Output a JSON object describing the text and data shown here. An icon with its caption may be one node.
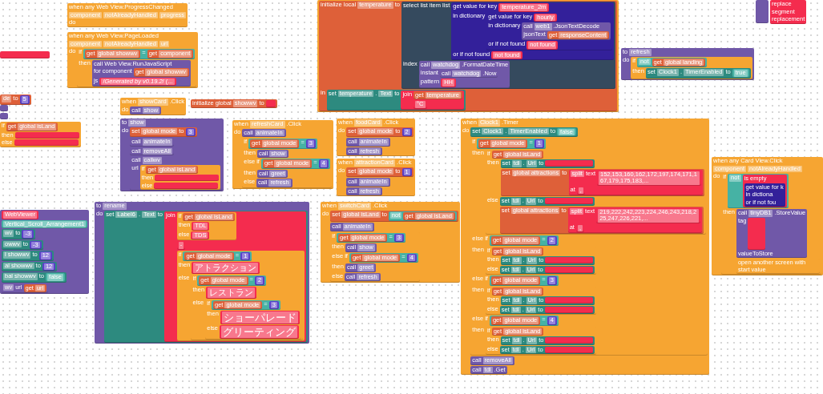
{
  "diagram": {
    "nodes": [
      {
        "text": [
          "when any Web View.ProgressChanged",
          "component",
          "notAlreadyHandled",
          "progress",
          "do"
        ]
      },
      {
        "text": [
          "when any Web View.PageLoaded",
          "component",
          "notAlreadyHandled",
          "url",
          "do"
        ]
      },
      {
        "text": [
          "if",
          "then"
        ],
        "in": 1
      },
      {
        "text": [
          "="
        ],
        "in": 2
      },
      {
        "text": [
          "get",
          "global showwv"
        ],
        "in": 3
      },
      {
        "text": [
          "get",
          "component"
        ],
        "in": 3
      },
      {
        "text": [
          "call Web View.RunJavaScript",
          "for component",
          "js"
        ],
        "in": 2
      },
      {
        "text": [
          "get",
          "global showwv"
        ],
        "in": 6
      },
      {
        "text": [
          "/*Generated by v0.19.2*/ (..."
        ],
        "in": 6
      },
      {
        "text": [],
        "shape": "bar"
      },
      {
        "text": [
          "initialize global",
          "showwv",
          "to"
        ]
      },
      {
        "text": [],
        "shape": "bar",
        "in": 10
      },
      {
        "text": [
          "when",
          "showCard",
          ".Click",
          "do"
        ]
      },
      {
        "text": [
          "call",
          "show"
        ],
        "in": 12
      },
      {
        "text": [
          "to",
          "show",
          "do"
        ]
      },
      {
        "text": [
          "set",
          "global mode",
          "to"
        ],
        "in": 14
      },
      {
        "text": [
          "3"
        ],
        "in": 15
      },
      {
        "text": [
          "call",
          "animateIn"
        ],
        "in": 14
      },
      {
        "text": [
          "call",
          "removeAll"
        ],
        "in": 14
      },
      {
        "text": [
          "call",
          "callwv",
          "url"
        ],
        "in": 14
      },
      {
        "text": [
          "if",
          "then",
          "else"
        ],
        "in": 19
      },
      {
        "text": [
          "get",
          "global isLand"
        ],
        "in": 20
      },
      {
        "text": [],
        "shape": "bar",
        "in": 20
      },
      {
        "text": [],
        "shape": "bar",
        "in": 20
      },
      {
        "text": [
          "de",
          "to"
        ]
      },
      {
        "text": [
          "5"
        ],
        "in": 24
      },
      {
        "text": [],
        "shape": "bar"
      },
      {
        "text": [],
        "shape": "bar"
      },
      {
        "text": [
          "if",
          "then",
          "else"
        ]
      },
      {
        "text": [
          "get",
          "global isLand"
        ],
        "in": 28
      },
      {
        "text": [],
        "shape": "bar",
        "in": 28
      },
      {
        "text": [],
        "shape": "bar",
        "in": 28
      },
      {
        "text": [],
        "shape": "bar"
      },
      {
        "text": [
          "initialize local",
          "temperature",
          "to",
          "in"
        ],
        "in": 32
      },
      {
        "text": [
          "select list item list",
          "index"
        ],
        "in": 33
      },
      {
        "text": [
          "get value for key",
          "in dictionary",
          "or if not found"
        ],
        "in": 34
      },
      {
        "text": [
          "temperature_2m"
        ],
        "in": 35
      },
      {
        "text": [
          "get value for key",
          "in dictionary",
          "or if not found"
        ],
        "in": 35
      },
      {
        "text": [
          "hourly"
        ],
        "in": 37
      },
      {
        "text": [
          "call",
          "web1",
          ".JsonTextDecode",
          "jsonText"
        ],
        "in": 37
      },
      {
        "text": [
          "get",
          "responseContent"
        ],
        "in": 39
      },
      {
        "text": [
          "not found"
        ],
        "in": 37
      },
      {
        "text": [
          "not found"
        ],
        "in": 35
      },
      {
        "text": [
          "call",
          "watchdog",
          ".FormatDateTime",
          "instant",
          "pattern"
        ],
        "in": 34
      },
      {
        "text": [
          "call",
          "watchdog",
          ".Now"
        ],
        "in": 43
      },
      {
        "text": [
          "HH"
        ],
        "in": 43
      },
      {
        "text": [
          "set",
          "temperature",
          ".",
          "Text",
          "to"
        ],
        "in": 33
      },
      {
        "text": [
          "join"
        ],
        "in": 46
      },
      {
        "text": [
          "get",
          "temperature"
        ],
        "in": 47
      },
      {
        "text": [
          "°C"
        ],
        "in": 47
      },
      {
        "text": [
          "to",
          "refresh",
          "do"
        ]
      },
      {
        "text": [
          "if",
          "then"
        ],
        "in": 50
      },
      {
        "text": [
          "not"
        ],
        "in": 51
      },
      {
        "text": [
          "get",
          "global landing"
        ],
        "in": 52
      },
      {
        "text": [
          "set",
          "Clock1",
          ".",
          "TimerEnabled",
          "to"
        ],
        "in": 51
      },
      {
        "text": [
          "true"
        ],
        "in": 54
      },
      {
        "text": [
          "when",
          "foodCard",
          ".Click",
          "do"
        ]
      },
      {
        "text": [
          "set",
          "global mode",
          "to"
        ],
        "in": 56
      },
      {
        "text": [
          "2"
        ],
        "in": 57
      },
      {
        "text": [
          "call",
          "animateIn"
        ],
        "in": 56
      },
      {
        "text": [
          "call",
          "refresh"
        ],
        "in": 56
      },
      {
        "text": [
          "when",
          "attractionCard",
          ".Click",
          "do"
        ]
      },
      {
        "text": [
          "set",
          "global mode",
          "to"
        ],
        "in": 61
      },
      {
        "text": [
          "1"
        ],
        "in": 62
      },
      {
        "text": [
          "call",
          "animateIn"
        ],
        "in": 61
      },
      {
        "text": [
          "call",
          "refresh"
        ],
        "in": 61
      },
      {
        "text": [],
        "shape": "bar"
      },
      {
        "text": [
          "WebViewer"
        ],
        "in": 66
      },
      {
        "text": [
          "Vertical_Scroll_Arrangement1"
        ],
        "in": 66
      },
      {
        "text": [
          "wv",
          "to"
        ],
        "in": 66
      },
      {
        "text": [
          "-3"
        ],
        "in": 69
      },
      {
        "text": [
          "owwv",
          "to"
        ],
        "in": 66
      },
      {
        "text": [
          "-3"
        ],
        "in": 71
      },
      {
        "text": [
          "l showwv",
          "to"
        ],
        "in": 66
      },
      {
        "text": [
          "12"
        ],
        "in": 73
      },
      {
        "text": [
          "al showwv",
          "to"
        ],
        "in": 66
      },
      {
        "text": [
          "12"
        ],
        "in": 75
      },
      {
        "text": [
          "bal showwv",
          "to"
        ],
        "in": 66
      },
      {
        "text": [
          "false"
        ],
        "in": 77
      },
      {
        "text": [
          "wv",
          "url"
        ],
        "in": 66
      },
      {
        "text": [
          "get",
          "url"
        ],
        "in": 79
      },
      {
        "text": [
          "when",
          "refreshCard",
          ".Click",
          "do"
        ]
      },
      {
        "text": [
          "call",
          "animateIn"
        ],
        "in": 81
      },
      {
        "text": [
          "if",
          "then",
          "else if",
          "then",
          "else"
        ],
        "in": 81
      },
      {
        "text": [
          "="
        ],
        "in": 83
      },
      {
        "text": [
          "get",
          "global mode"
        ],
        "in": 84
      },
      {
        "text": [
          "3"
        ],
        "in": 84
      },
      {
        "text": [
          "call",
          "show"
        ],
        "in": 83
      },
      {
        "text": [
          "="
        ],
        "in": 83
      },
      {
        "text": [
          "get",
          "global mode"
        ],
        "in": 88
      },
      {
        "text": [
          "4"
        ],
        "in": 88
      },
      {
        "text": [
          "call",
          "greet"
        ],
        "in": 83
      },
      {
        "text": [
          "call",
          "refresh"
        ],
        "in": 83
      },
      {
        "text": [
          "to",
          "rename",
          "do"
        ]
      },
      {
        "text": [
          "set",
          "Label6",
          ".",
          "Text",
          "to"
        ],
        "in": 93
      },
      {
        "text": [
          "join"
        ],
        "in": 94
      },
      {
        "text": [
          "if",
          "then",
          "else"
        ],
        "in": 95
      },
      {
        "text": [
          "get",
          "global isLand"
        ],
        "in": 96
      },
      {
        "text": [
          "TDL"
        ],
        "in": 96
      },
      {
        "text": [
          "TDS"
        ],
        "in": 96
      },
      {
        "text": [
          "-"
        ],
        "in": 95
      },
      {
        "text": [
          "if",
          "then",
          "else"
        ],
        "in": 95
      },
      {
        "text": [
          "="
        ],
        "in": 101
      },
      {
        "text": [
          "get",
          "global mode"
        ],
        "in": 102
      },
      {
        "text": [
          "1"
        ],
        "in": 102
      },
      {
        "text": [
          "アトラクション"
        ],
        "in": 101
      },
      {
        "text": [
          "if",
          "then",
          "else"
        ],
        "in": 101
      },
      {
        "text": [
          "="
        ],
        "in": 106
      },
      {
        "text": [
          "get",
          "global mode"
        ],
        "in": 107
      },
      {
        "text": [
          "2"
        ],
        "in": 107
      },
      {
        "text": [
          "レストラン"
        ],
        "in": 106
      },
      {
        "text": [
          "if",
          "then",
          "else"
        ],
        "in": 106
      },
      {
        "text": [
          "="
        ],
        "in": 111
      },
      {
        "text": [
          "get",
          "global mode"
        ],
        "in": 112
      },
      {
        "text": [
          "3"
        ],
        "in": 112
      },
      {
        "text": [
          "ショーパレード"
        ],
        "in": 111
      },
      {
        "text": [
          "グリーティング"
        ],
        "in": 111
      },
      {
        "text": [
          "when",
          "switchCard",
          ".Click",
          "do"
        ]
      },
      {
        "text": [
          "set",
          "global isLand",
          "to"
        ],
        "in": 117
      },
      {
        "text": [
          "not"
        ],
        "in": 118
      },
      {
        "text": [
          "get",
          "global isLand"
        ],
        "in": 119
      },
      {
        "text": [
          "call",
          "animateIn"
        ],
        "in": 117
      },
      {
        "text": [
          "if",
          "then",
          "else if",
          "then",
          "else"
        ],
        "in": 117
      },
      {
        "text": [
          "="
        ],
        "in": 122
      },
      {
        "text": [
          "get",
          "global mode"
        ],
        "in": 123
      },
      {
        "text": [
          "3"
        ],
        "in": 123
      },
      {
        "text": [
          "call",
          "show"
        ],
        "in": 122
      },
      {
        "text": [
          "="
        ],
        "in": 122
      },
      {
        "text": [
          "get",
          "global mode"
        ],
        "in": 127
      },
      {
        "text": [
          "4"
        ],
        "in": 127
      },
      {
        "text": [
          "call",
          "greet"
        ],
        "in": 122
      },
      {
        "text": [
          "call",
          "refresh"
        ],
        "in": 122
      },
      {
        "text": [
          "when",
          "Clock1",
          ".Timer",
          "do"
        ]
      },
      {
        "text": [
          "set",
          "Clock1",
          ".",
          "TimerEnabled",
          "to"
        ],
        "in": 132
      },
      {
        "text": [
          "false"
        ],
        "in": 133
      },
      {
        "text": [
          "if",
          "then",
          "else if",
          "then",
          "else if",
          "then",
          "else if",
          "then"
        ],
        "in": 132
      },
      {
        "text": [
          "="
        ],
        "in": 135
      },
      {
        "text": [
          "get",
          "global mode"
        ],
        "in": 136
      },
      {
        "text": [
          "1"
        ],
        "in": 136
      },
      {
        "text": [
          "if",
          "then",
          "else"
        ],
        "in": 135
      },
      {
        "text": [
          "get",
          "global isLand"
        ],
        "in": 139
      },
      {
        "text": [
          "set",
          "tdl",
          ".",
          "Url",
          "to"
        ],
        "in": 139
      },
      {
        "text": [],
        "shape": "bar",
        "in": 141
      },
      {
        "text": [
          "set",
          "global attractions",
          "to"
        ],
        "in": 139
      },
      {
        "text": [
          "split",
          "text",
          "at"
        ],
        "in": 143
      },
      {
        "text": [
          "152,153,160,162,172,197,174,171,167,179,175,183,..."
        ],
        "in": 144
      },
      {
        "text": [
          ","
        ],
        "in": 144
      },
      {
        "text": [
          "set",
          "tdl",
          ".",
          "Url",
          "to"
        ],
        "in": 139
      },
      {
        "text": [],
        "shape": "bar",
        "in": 147
      },
      {
        "text": [
          "set",
          "global attractions",
          "to"
        ],
        "in": 139
      },
      {
        "text": [
          "split",
          "text",
          "at"
        ],
        "in": 149
      },
      {
        "text": [
          "219,222,242,223,224,246,243,218,225,247,226,221,..."
        ],
        "in": 150
      },
      {
        "text": [
          ","
        ],
        "in": 150
      },
      {
        "text": [
          "="
        ],
        "in": 135
      },
      {
        "text": [
          "get",
          "global mode"
        ],
        "in": 153
      },
      {
        "text": [
          "2"
        ],
        "in": 153
      },
      {
        "text": [
          "if",
          "then",
          "else"
        ],
        "in": 135
      },
      {
        "text": [
          "get",
          "global isLand"
        ],
        "in": 156
      },
      {
        "text": [
          "set",
          "tdl",
          ".",
          "Url",
          "to"
        ],
        "in": 156
      },
      {
        "text": [],
        "shape": "bar",
        "in": 158
      },
      {
        "text": [
          "set",
          "tdl",
          ".",
          "Url",
          "to"
        ],
        "in": 156
      },
      {
        "text": [],
        "shape": "bar",
        "in": 160
      },
      {
        "text": [
          "="
        ],
        "in": 135
      },
      {
        "text": [
          "get",
          "global mode"
        ],
        "in": 162
      },
      {
        "text": [
          "3"
        ],
        "in": 162
      },
      {
        "text": [
          "if",
          "then",
          "else"
        ],
        "in": 135
      },
      {
        "text": [
          "get",
          "global isLand"
        ],
        "in": 165
      },
      {
        "text": [
          "set",
          "tdl",
          ".",
          "Url",
          "to"
        ],
        "in": 165
      },
      {
        "text": [],
        "shape": "bar",
        "in": 167
      },
      {
        "text": [
          "set",
          "tdl",
          ".",
          "Url",
          "to"
        ],
        "in": 165
      },
      {
        "text": [],
        "shape": "bar",
        "in": 169
      },
      {
        "text": [
          "="
        ],
        "in": 135
      },
      {
        "text": [
          "get",
          "global mode"
        ],
        "in": 171
      },
      {
        "text": [
          "4"
        ],
        "in": 171
      },
      {
        "text": [
          "if",
          "then",
          "else"
        ],
        "in": 135
      },
      {
        "text": [
          "get",
          "global isLand"
        ],
        "in": 174
      },
      {
        "text": [
          "set",
          "tdl",
          ".",
          "Url",
          "to"
        ],
        "in": 174
      },
      {
        "text": [],
        "shape": "bar",
        "in": 176
      },
      {
        "text": [
          "set",
          "tdl",
          ".",
          "Url",
          "to"
        ],
        "in": 174
      },
      {
        "text": [],
        "shape": "bar",
        "in": 178
      },
      {
        "text": [
          "call",
          "removeAll"
        ],
        "in": 132
      },
      {
        "text": [
          "call",
          "tdl",
          ".Get"
        ],
        "in": 132
      },
      {
        "text": [
          "when any Card View.Click",
          "component",
          "notAlreadyHandled",
          "do"
        ]
      },
      {
        "text": [
          "if",
          "then"
        ],
        "in": 182
      },
      {
        "text": [
          "not"
        ],
        "in": 183
      },
      {
        "text": [
          "is empty"
        ],
        "in": 184
      },
      {
        "text": [
          "get value for k",
          "in dictiona",
          "or if not fou"
        ],
        "in": 185
      },
      {
        "text": [
          "call",
          "tinyDB1",
          ".StoreValue",
          "tag",
          "valueToStore"
        ],
        "in": 183
      },
      {
        "text": [],
        "shape": "bar",
        "in": 187
      },
      {
        "text": [
          "open another screen with start value"
        ],
        "in": 183
      },
      {
        "text": [],
        "shape": "bar"
      },
      {
        "text": [
          "replace",
          "segment",
          "replacement"
        ]
      }
    ]
  }
}
